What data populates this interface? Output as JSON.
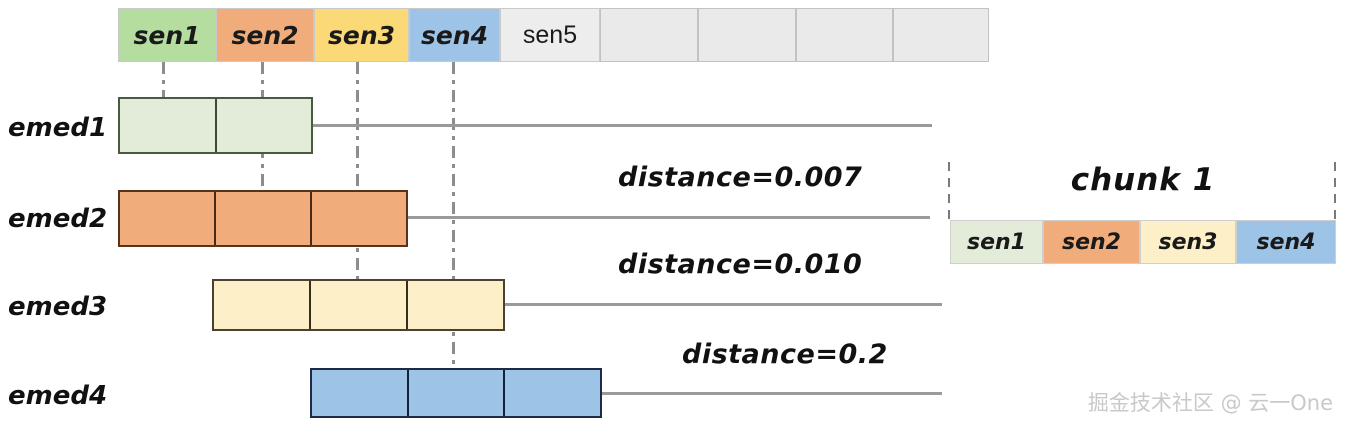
{
  "colors": {
    "top_sen1": "#b5dda0",
    "top_sen2": "#f0ac7b",
    "top_sen3": "#fbd976",
    "top_sen4": "#9dc3e6",
    "top_sen5": "#ededed",
    "top_empty": "#eaeaea",
    "emed1_fill": "#e2ecd8",
    "emed1_border": "#4a5a40",
    "emed2_fill": "#f0ac7b",
    "emed2_border": "#5a3218",
    "emed3_fill": "#fdf0c8",
    "emed3_border": "#4a4130",
    "emed4_fill": "#9dc3e6",
    "emed4_border": "#1d2a44",
    "line": "#9a9a9a",
    "dash": "#8d8d8d",
    "text": "#111111",
    "watermark": "#c9c9c9"
  },
  "top_bar": {
    "name": "sentence-strip",
    "cells": [
      {
        "label": "sen1",
        "color": "#b5dda0",
        "style": "handwritten",
        "empty": false
      },
      {
        "label": "sen2",
        "color": "#f0ac7b",
        "style": "handwritten",
        "empty": false
      },
      {
        "label": "sen3",
        "color": "#fbd976",
        "style": "handwritten",
        "empty": false
      },
      {
        "label": "sen4",
        "color": "#9dc3e6",
        "style": "handwritten",
        "empty": false
      },
      {
        "label": "sen5",
        "color": "#ededed",
        "style": "plain",
        "empty": false
      },
      {
        "label": "",
        "color": "#eaeaea",
        "style": "plain",
        "empty": true
      },
      {
        "label": "",
        "color": "#eaeaea",
        "style": "plain",
        "empty": true
      },
      {
        "label": "",
        "color": "#eaeaea",
        "style": "plain",
        "empty": true
      },
      {
        "label": "",
        "color": "#eaeaea",
        "style": "plain",
        "empty": true
      }
    ]
  },
  "embeddings": [
    {
      "label": "emed1",
      "segments": 2,
      "fill": "#e2ecd8",
      "border": "#4a5a40"
    },
    {
      "label": "emed2",
      "segments": 3,
      "fill": "#f0ac7b",
      "border": "#5a3218"
    },
    {
      "label": "emed3",
      "segments": 3,
      "fill": "#fdf0c8",
      "border": "#4a4130"
    },
    {
      "label": "emed4",
      "segments": 3,
      "fill": "#9dc3e6",
      "border": "#1d2a44"
    }
  ],
  "distances": [
    {
      "label": "distance=0.007",
      "between": "emed1-emed2"
    },
    {
      "label": "distance=0.010",
      "between": "emed2-emed3"
    },
    {
      "label": "distance=0.2",
      "between": "emed3-emed4"
    }
  ],
  "chunk_panel": {
    "title": "chunk 1",
    "cells": [
      {
        "label": "sen1",
        "color": "#e2ecd8"
      },
      {
        "label": "sen2",
        "color": "#f0ac7b"
      },
      {
        "label": "sen3",
        "color": "#fdf0c8"
      },
      {
        "label": "sen4",
        "color": "#9dc3e6"
      }
    ]
  },
  "watermark": {
    "text": "掘金技术社区 @ 云一One"
  }
}
